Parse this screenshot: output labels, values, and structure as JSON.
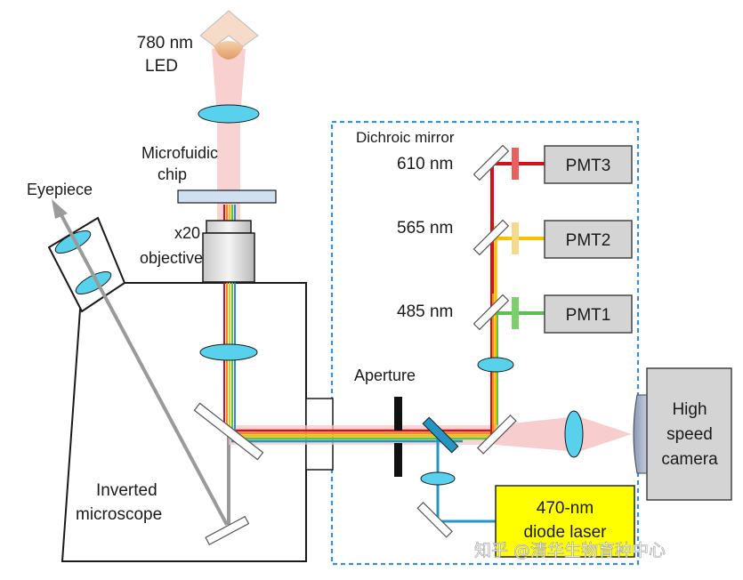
{
  "labels": {
    "led": [
      "780 nm",
      "LED"
    ],
    "chip": [
      "Microfuidic",
      "chip"
    ],
    "objective": [
      "x20",
      "objective"
    ],
    "eyepiece": "Eyepiece",
    "microscope": [
      "Inverted",
      "microscope"
    ],
    "dichroic": "Dichroic mirror",
    "nm610": "610 nm",
    "nm565": "565 nm",
    "nm485": "485 nm",
    "aperture": "Aperture",
    "pmt3": "PMT3",
    "pmt2": "PMT2",
    "pmt1": "PMT1",
    "camera": [
      "High",
      "speed",
      "camera"
    ],
    "laser": [
      "470-nm",
      "diode laser"
    ]
  },
  "watermark": "知乎 @清华生物育种中心",
  "colors": {
    "red": "#d6101a",
    "orange": "#f08a2a",
    "yellow": "#f2c400",
    "green": "#5cc14e",
    "blue": "#2396c4",
    "lens": "#58d2ec",
    "beam_pink": "#f6c4c4",
    "laser_box": "#ffff00"
  }
}
